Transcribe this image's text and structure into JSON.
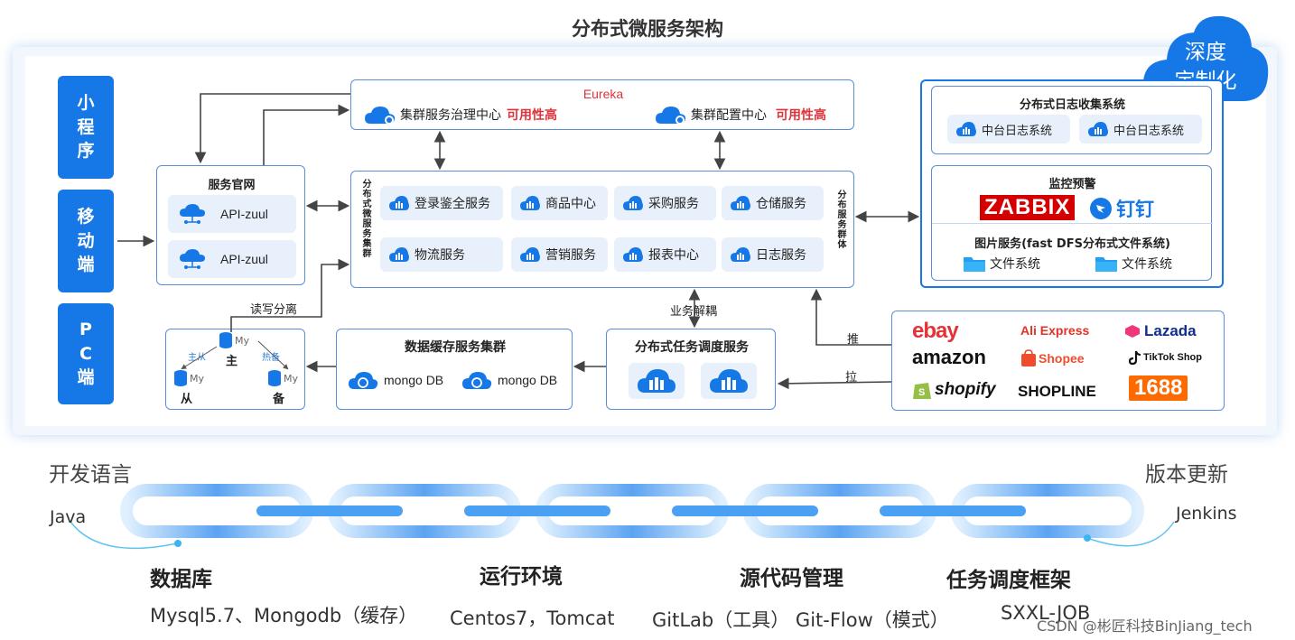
{
  "title": "分布式微服务架构",
  "badge": {
    "line1": "深度",
    "line2": "定制化"
  },
  "clients": [
    {
      "label": "小\n程\n序"
    },
    {
      "label": "移\n动\n端"
    },
    {
      "label": "P\nC\n端"
    }
  ],
  "eureka": {
    "title": "Eureka",
    "left_label": "集群服务治理中心",
    "left_tag": "可用性高",
    "right_label": "集群配置中心",
    "right_tag": "可用性高"
  },
  "gateway": {
    "title": "服务官网",
    "items": [
      "API-zuul",
      "API-zuul"
    ]
  },
  "cluster": {
    "left_vertical": "分布式微服务集群",
    "right_vertical": "分布服务群体",
    "services": [
      "登录鉴全服务",
      "商品中心",
      "采购服务",
      "仓储服务",
      "物流服务",
      "营销服务",
      "报表中心",
      "日志服务"
    ]
  },
  "log": {
    "title": "分布式日志收集系统",
    "items": [
      "中台日志系统",
      "中台日志系统"
    ]
  },
  "monitor": {
    "title": "监控预警",
    "zabbix": "ZABBIX",
    "dingtalk": "钉钉"
  },
  "files": {
    "title": "图片服务(fast DFS分布式文件系统)",
    "items": [
      "文件系统",
      "文件系统"
    ]
  },
  "labels": {
    "rw_split": "读写分离",
    "biz_decouple": "业务解耦",
    "push": "推",
    "pull": "拉"
  },
  "mysql": {
    "master": "主",
    "slave": "从",
    "backup": "备",
    "my": "My",
    "edge_left": "主从",
    "edge_right": "热备"
  },
  "cache": {
    "title": "数据缓存服务集群",
    "items": [
      "mongo DB",
      "mongo DB"
    ]
  },
  "scheduler": {
    "title": "分布式任务调度服务"
  },
  "platforms": [
    "ebay",
    "Ali Express",
    "Lazada",
    "amazon",
    "Shopee",
    "TikTok Shop",
    "shopify",
    "SHOPLINE",
    "1688"
  ],
  "bottom": {
    "dev_lang_label": "开发语言",
    "dev_lang_value": "Java",
    "version_label": "版本更新",
    "version_value": "Jenkins",
    "sections": [
      {
        "title": "数据库",
        "text": "Mysql5.7、Mongodb（缓存）"
      },
      {
        "title": "运行环境",
        "text": "Centos7，Tomcat"
      },
      {
        "title": "源代码管理",
        "text": "GitLab（工具） Git-Flow（模式）"
      },
      {
        "title": "任务调度框架",
        "text": "SXXL-JOB"
      }
    ],
    "watermark": "CSDN @彬匠科技BinJiang_tech"
  },
  "colors": {
    "accent": "#1677e6",
    "border": "#5b8ed6",
    "pill_bg": "#e8f1fb",
    "red": "#e0323a"
  }
}
